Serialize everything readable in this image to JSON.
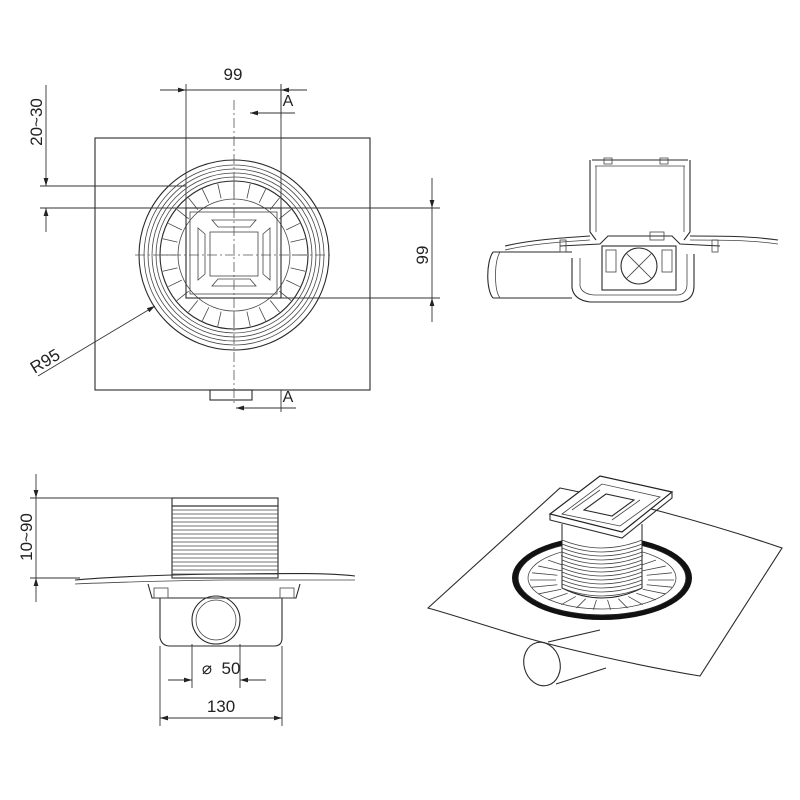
{
  "top_view": {
    "dim_width": "99",
    "dim_height": "99",
    "dim_adjust": "20~30",
    "dim_radius": "R95",
    "section_label_top": "A",
    "section_label_bottom": "A"
  },
  "front_view": {
    "dim_height": "10~90",
    "dim_pipe": "50",
    "dim_width": "130",
    "diameter_symbol": "⌀"
  }
}
